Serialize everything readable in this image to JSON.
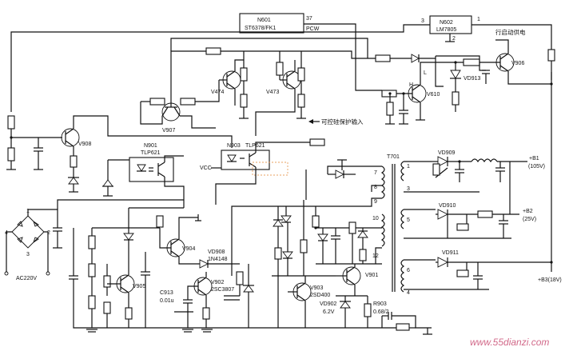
{
  "ics": {
    "n601": {
      "ref": "N601",
      "part": "ST6378/FK1",
      "pin": "37",
      "pin_label": "PCW"
    },
    "n602": {
      "ref": "N602",
      "part": "LM7805",
      "pin_in": "3",
      "pin_out": "1",
      "pin_gnd": "2"
    },
    "n901": {
      "ref": "N901",
      "part": "TLP621"
    },
    "n903": {
      "ref": "N903",
      "part": "TLP621"
    }
  },
  "transistors": {
    "v906": "V906",
    "v913": "VD913",
    "v474": "V474",
    "v473": "V473",
    "v610": "V610",
    "v907": "V907",
    "v908": "V908",
    "v904": "V904",
    "v905": "V905",
    "v902": "V902",
    "v902_part": "2SC3807",
    "v903": "V903",
    "v903_part": "2SD400",
    "v901": "V901"
  },
  "diodes": {
    "vd908": "VD908",
    "vd908_part": "1N4148",
    "vd902": "VD902",
    "vd902_val": "6.2V",
    "vd909": "VD909",
    "vd910": "VD910",
    "vd911": "VD911"
  },
  "passives": {
    "c913": "C913",
    "c913_val": "0.01u",
    "r903": "R903",
    "r903_val": "0.68/2"
  },
  "transformer": {
    "ref": "T701",
    "pins": [
      "1",
      "3",
      "7",
      "8",
      "9",
      "10",
      "12",
      "5",
      "6",
      "4"
    ]
  },
  "outputs": {
    "b1": "+B1",
    "b1_v": "(105V)",
    "b2": "+B2",
    "b2_v": "(25V)",
    "b3": "+B3(18V)"
  },
  "labels": {
    "standby_power": "行启动供电",
    "scr_input": "可控硅保护输入",
    "vcc": "VCC",
    "mains": "AC220V",
    "h": "H",
    "l": "L",
    "bridge_pins": [
      "1",
      "2",
      "3",
      "4"
    ]
  },
  "watermark": "www.55dianzi.com"
}
